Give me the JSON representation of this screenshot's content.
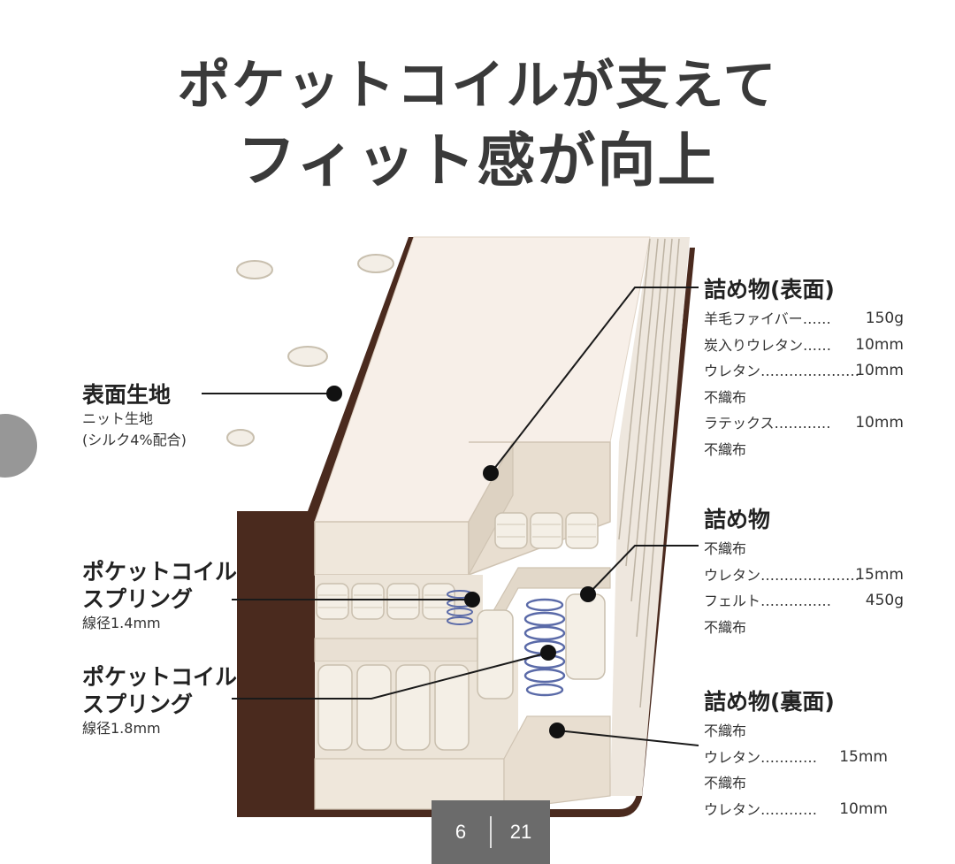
{
  "title": {
    "line1": "ポケットコイルが支えて",
    "line2": "フィット感が向上"
  },
  "labels": {
    "surface_fabric": {
      "heading": "表面生地",
      "sub1": "ニット生地",
      "sub2": "(シルク4%配合)"
    },
    "coil_upper": {
      "line1": "ポケットコイル",
      "line2": "スプリング",
      "sub": "線径1.4mm"
    },
    "coil_lower": {
      "line1": "ポケットコイル",
      "line2": "スプリング",
      "sub": "線径1.8mm"
    },
    "filling_top": {
      "heading": "詰め物(表面)",
      "rows": [
        {
          "name": "羊毛ファイバー",
          "leader": "……",
          "value": "150g"
        },
        {
          "name": "炭入りウレタン",
          "leader": "……",
          "value": "10mm"
        },
        {
          "name": "ウレタン",
          "leader": "…………………",
          "value": "10mm"
        },
        {
          "name": "不織布",
          "leader": "",
          "value": ""
        },
        {
          "name": "ラテックス",
          "leader": "…………",
          "value": "10mm"
        },
        {
          "name": "不織布",
          "leader": "",
          "value": ""
        }
      ]
    },
    "filling_mid": {
      "heading": "詰め物",
      "rows": [
        {
          "name": "不織布",
          "leader": "",
          "value": ""
        },
        {
          "name": "ウレタン",
          "leader": "…………………",
          "value": "15mm"
        },
        {
          "name": "フェルト",
          "leader": "……………",
          "value": "450g"
        },
        {
          "name": "不織布",
          "leader": "",
          "value": ""
        }
      ]
    },
    "filling_bottom": {
      "heading": "詰め物(裏面)",
      "rows": [
        {
          "name": "不織布",
          "leader": "",
          "value": ""
        },
        {
          "name": "ウレタン",
          "leader": "…………",
          "value": "15mm"
        },
        {
          "name": "不織布",
          "leader": "",
          "value": ""
        },
        {
          "name": "ウレタン",
          "leader": "…………",
          "value": "10mm"
        }
      ]
    }
  },
  "pager": {
    "current": "6",
    "total": "21"
  },
  "colors": {
    "border_brown": "#4a2a1e",
    "side_navy": "#1f2a66",
    "fabric": "#f6eee6",
    "layer": "#ece4d8",
    "coil_blue": "#5a6aa8"
  },
  "icons": {
    "side_nav": "chevron-left-icon"
  }
}
